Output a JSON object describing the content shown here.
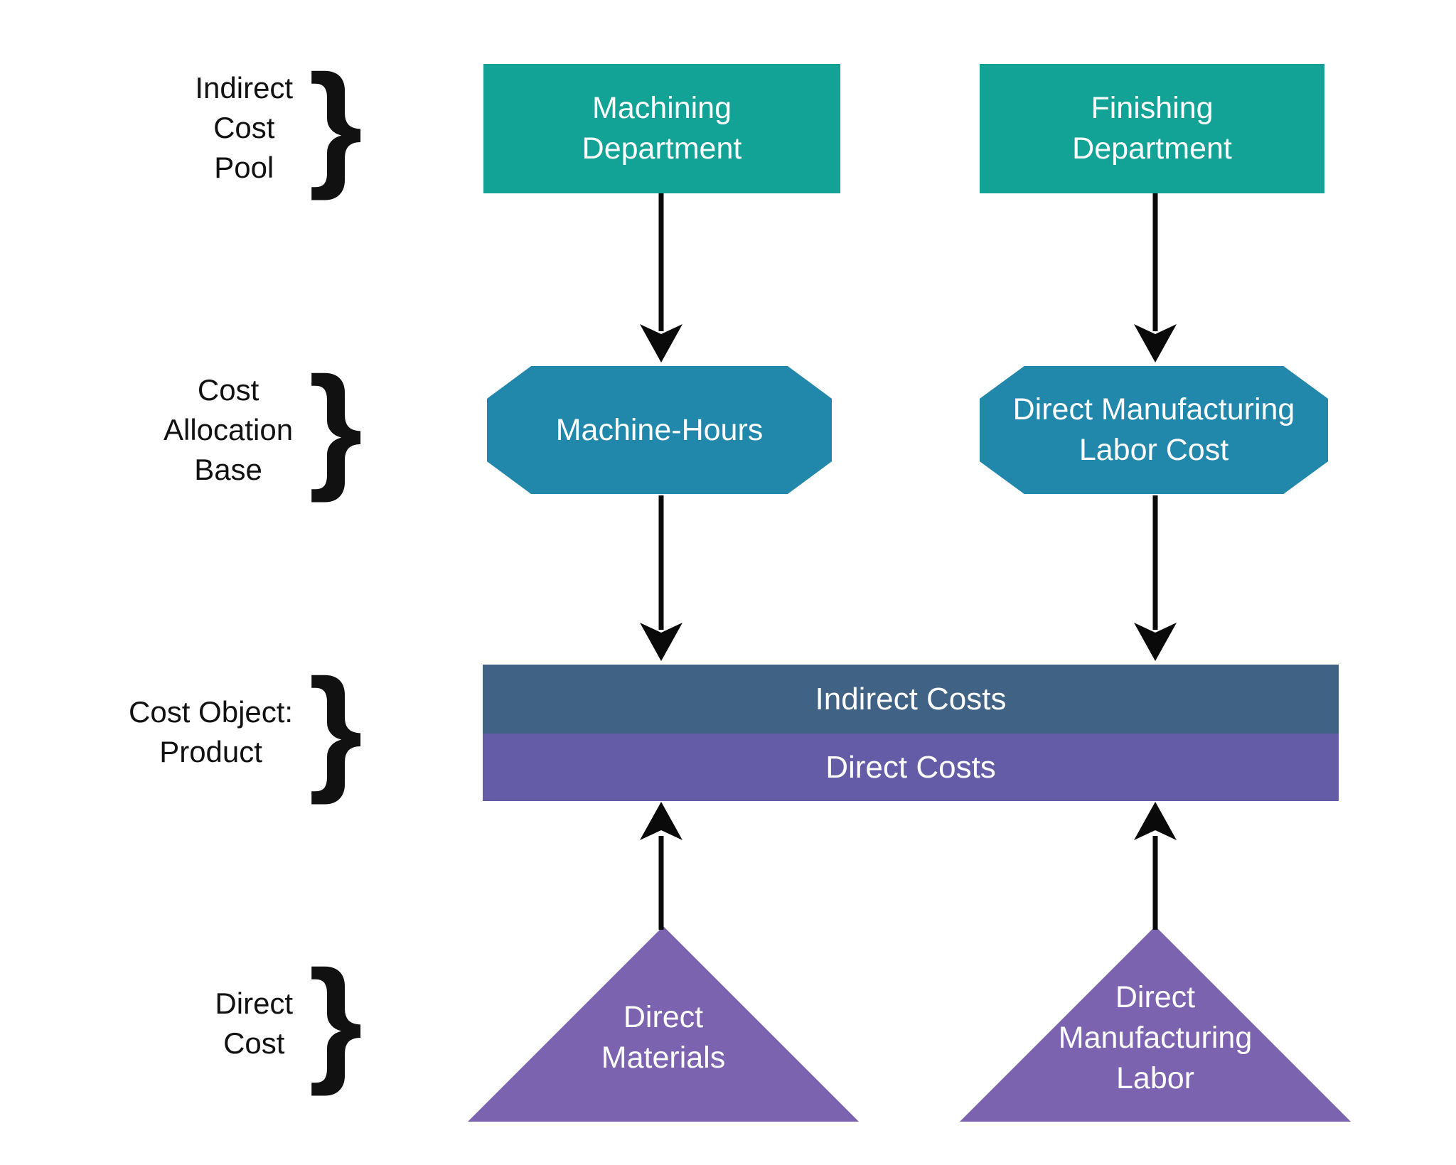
{
  "brace_char": "}",
  "colors": {
    "background": "#ffffff",
    "teal": "#13A296",
    "octagon": "#2187AB",
    "slate": "#3F6285",
    "barpurple": "#655CA7",
    "tripurple": "#7C63AF",
    "arrow": "#0a0a0a",
    "shapetext": "#ffffff",
    "labeltext": "#111111"
  },
  "row_labels": [
    {
      "id": "indirect-cost-pool",
      "lines": [
        "Indirect",
        "Cost",
        "Pool"
      ]
    },
    {
      "id": "cost-allocation-base",
      "lines": [
        "Cost",
        "Allocation",
        "Base"
      ]
    },
    {
      "id": "cost-object-product",
      "lines": [
        "Cost Object:",
        "Product"
      ]
    },
    {
      "id": "direct-cost",
      "lines": [
        "Direct",
        "Cost"
      ]
    }
  ],
  "nodes": {
    "machining_department": {
      "lines": [
        "Machining",
        "Department"
      ]
    },
    "finishing_department": {
      "lines": [
        "Finishing",
        "Department"
      ]
    },
    "machine_hours": {
      "lines": [
        "Machine-Hours"
      ]
    },
    "direct_manufacturing_labor_cost": {
      "lines": [
        "Direct Manufacturing",
        "Labor Cost"
      ]
    },
    "indirect_costs_bar": {
      "label": "Indirect Costs"
    },
    "direct_costs_bar": {
      "label": "Direct Costs"
    },
    "direct_materials": {
      "lines": [
        "Direct",
        "Materials"
      ]
    },
    "direct_manufacturing_labor": {
      "lines": [
        "Direct",
        "Manufacturing",
        "Labor"
      ]
    }
  }
}
